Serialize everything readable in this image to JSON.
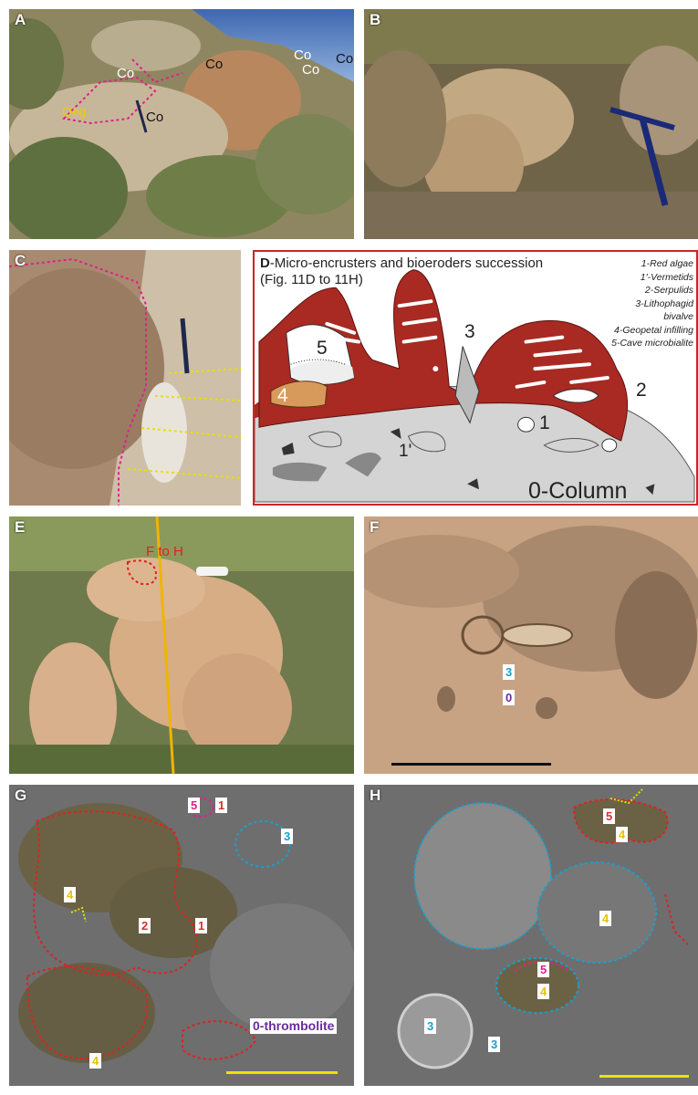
{
  "panels": {
    "A": {
      "label": "A",
      "co": [
        "Co",
        "Co",
        "Co",
        "Co",
        "Co"
      ],
      "qeg": "Qeg"
    },
    "B": {
      "label": "B"
    },
    "C": {
      "label": "C"
    },
    "D": {
      "label": "D",
      "title_line1": "-Micro-encrusters and bioeroders succession",
      "title_line2": "(Fig. 11D to 11H)",
      "legend": [
        "1-Red algae",
        "1'-Vermetids",
        "2-Serpulids",
        "3-Lithophagid",
        "bivalve",
        "4-Geopetal infilling",
        "5-Cave microbialite"
      ],
      "numbers": {
        "n5": "5",
        "n4": "4",
        "n3": "3",
        "n2": "2",
        "n1": "1",
        "n1p": "1'"
      },
      "column": "0-Column"
    },
    "E": {
      "label": "E",
      "annotation": "F to H"
    },
    "F": {
      "label": "F",
      "n3": "3",
      "n0": "0"
    },
    "G": {
      "label": "G",
      "n5": "5",
      "n1a": "1",
      "n3": "3",
      "n4a": "4",
      "n2": "2",
      "n1b": "1",
      "n4b": "4",
      "thrombolite": "0-thrombolite"
    },
    "H": {
      "label": "H",
      "n5a": "5",
      "n4a": "4",
      "n4b": "4",
      "n5b": "5",
      "n4c": "4",
      "n3a": "3",
      "n3b": "3"
    }
  },
  "colors": {
    "red": "#d93030",
    "magenta": "#e0208a",
    "blue": "#18a0d0",
    "yellow": "#e8c000",
    "purple": "#6a2c9a",
    "border": "#c8262c"
  }
}
